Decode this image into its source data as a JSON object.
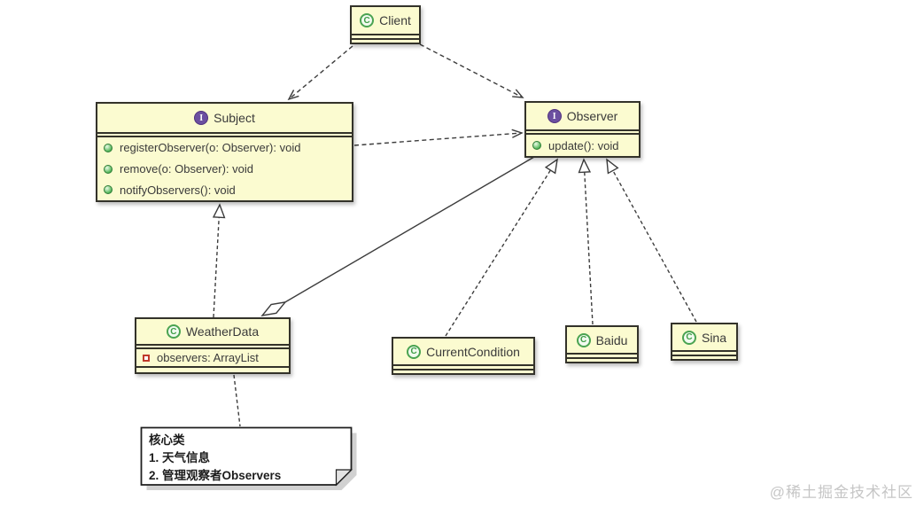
{
  "diagram": {
    "watermark": "@稀土掘金技术社区",
    "icons": {
      "class_letter": "C",
      "interface_letter": "I",
      "method_icon": "green-ball",
      "field_icon": "red-square"
    },
    "classes": {
      "client": {
        "kind": "class",
        "name": "Client"
      },
      "subject": {
        "kind": "interface",
        "name": "Subject",
        "methods": [
          "registerObserver(o: Observer): void",
          "remove(o: Observer): void",
          "notifyObservers(): void"
        ]
      },
      "observer": {
        "kind": "interface",
        "name": "Observer",
        "methods": [
          "update(): void"
        ]
      },
      "weatherData": {
        "kind": "class",
        "name": "WeatherData",
        "fields": [
          "observers: ArrayList"
        ]
      },
      "currentCondition": {
        "kind": "class",
        "name": "CurrentCondition"
      },
      "baidu": {
        "kind": "class",
        "name": "Baidu"
      },
      "sina": {
        "kind": "class",
        "name": "Sina"
      }
    },
    "note": {
      "lines": [
        "核心类",
        "1. 天气信息",
        "2. 管理观察者Observers"
      ]
    },
    "relations": [
      {
        "from": "Client",
        "to": "Subject",
        "type": "dependency"
      },
      {
        "from": "Client",
        "to": "Observer",
        "type": "dependency"
      },
      {
        "from": "Subject",
        "to": "Observer",
        "type": "dependency"
      },
      {
        "from": "WeatherData",
        "to": "Subject",
        "type": "realization"
      },
      {
        "from": "CurrentCondition",
        "to": "Observer",
        "type": "realization"
      },
      {
        "from": "Baidu",
        "to": "Observer",
        "type": "realization"
      },
      {
        "from": "Sina",
        "to": "Observer",
        "type": "realization"
      },
      {
        "from": "WeatherData",
        "to": "Observer",
        "type": "aggregation"
      },
      {
        "from": "WeatherData",
        "to": "note",
        "type": "note-anchor"
      }
    ],
    "colors": {
      "box_fill": "#fbfbd0",
      "box_border": "#33322a",
      "line": "#3c3c3c",
      "interface_icon": "#6b4fa0",
      "class_icon": "#4aa351",
      "method_icon": "#49b04f",
      "field_icon": "#c0392b",
      "note_fill": "#ffffff",
      "watermark": "#c6c6c6"
    }
  }
}
